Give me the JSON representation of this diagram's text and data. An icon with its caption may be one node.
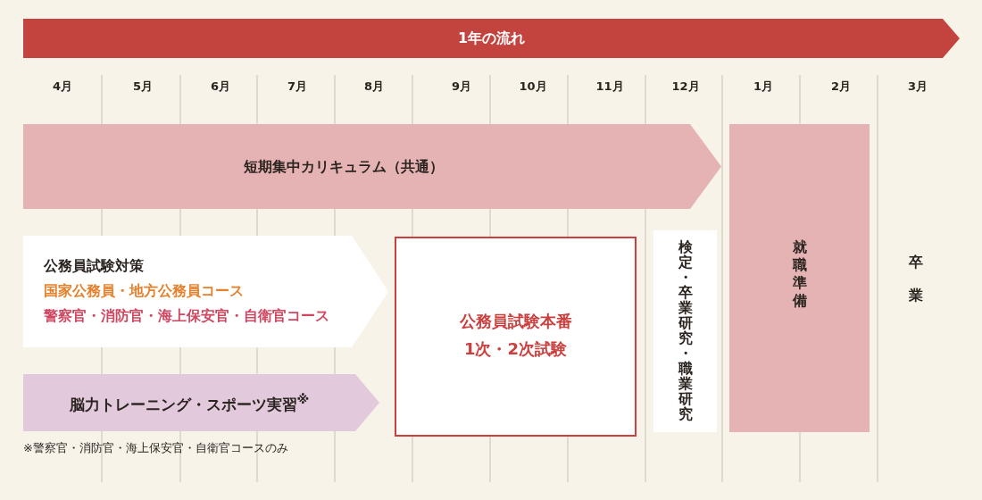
{
  "diagram": {
    "nodes": [
      {
        "text": [
          "1年の流れ"
        ]
      },
      {
        "text": [
          "短期集中カリキュラム（共通）"
        ]
      },
      {
        "text": [
          "就職準備"
        ]
      },
      {
        "text": [
          "公務員試験対策",
          "国家公務員・地方公務員コース",
          "警察官・消防官・海上保安官・自衛官コース"
        ]
      },
      {
        "text": [
          "公務員試験本番",
          "1次・2次試験"
        ]
      },
      {
        "text": [
          "検定・卒業研究・職業研究"
        ]
      },
      {
        "text": [
          "脳力トレーニング・スポーツ実習$^{※}$"
        ]
      }
    ],
    "labels": [
      "4月",
      "5月",
      "6月",
      "7月",
      "8月",
      "9月",
      "10月",
      "11月",
      "12月",
      "1月",
      "2月",
      "3月",
      "卒業",
      "※警察官・消防官・海上保安官・自衛官コースのみ"
    ]
  }
}
